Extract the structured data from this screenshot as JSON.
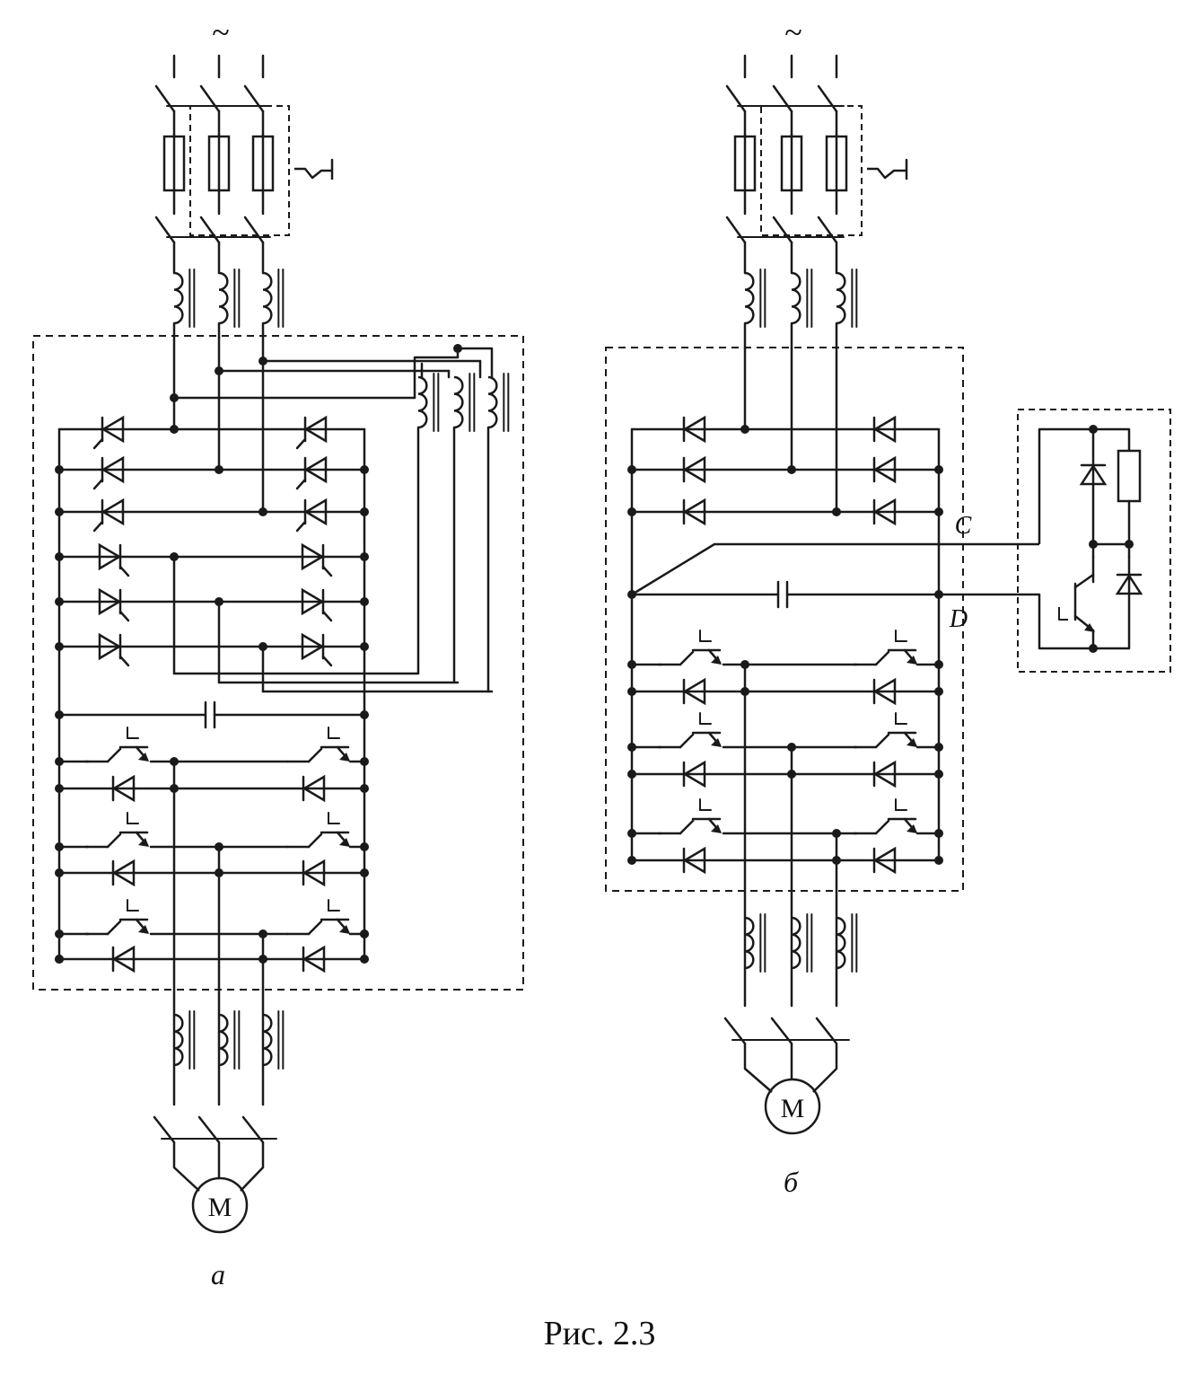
{
  "figure": {
    "caption": "Рис. 2.3",
    "colors": {
      "ink": "#1a1a1a",
      "background": "#ffffff"
    }
  },
  "circuit_a": {
    "label": "а",
    "ac_symbol": "~",
    "motor_label": "M"
  },
  "circuit_b": {
    "label": "б",
    "ac_symbol": "~",
    "motor_label": "M",
    "node_c_label": "C",
    "node_d_label": "D"
  }
}
